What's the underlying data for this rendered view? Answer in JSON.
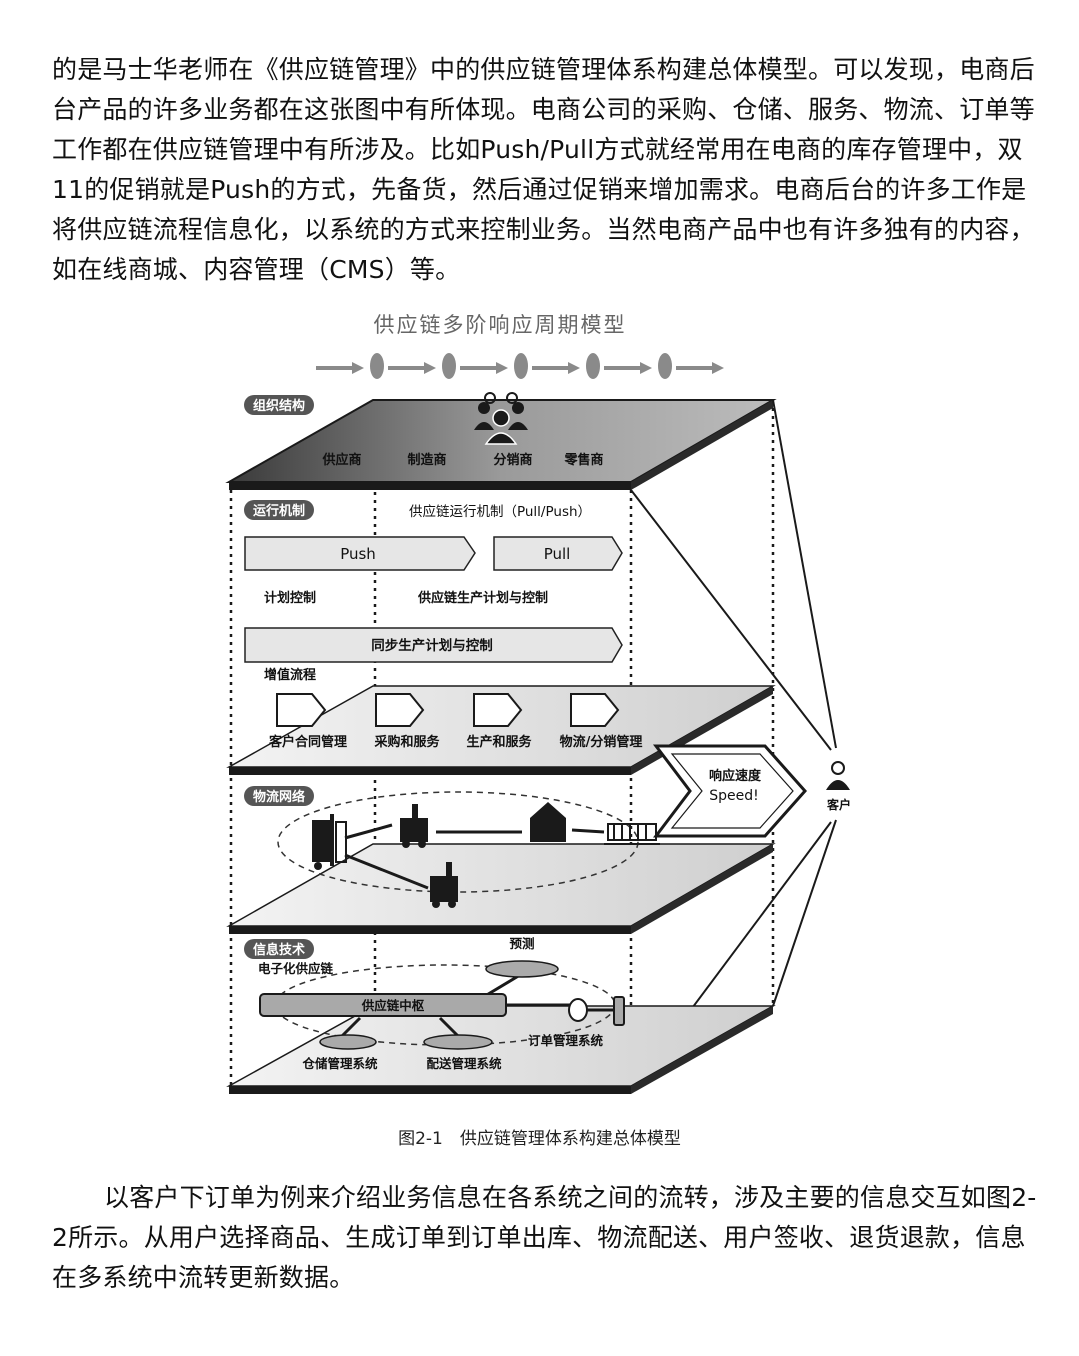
{
  "paragraph1": "的是马士华老师在《供应链管理》中的供应链管理体系构建总体模型。可以发现，电商后台产品的许多业务都在这张图中有所体现。电商公司的采购、仓储、服务、物流、订单等工作都在供应链管理中有所涉及。比如Push/Pull方式就经常用在电商的库存管理中，双11的促销就是Push的方式，先备货，然后通过促销来增加需求。电商后台的许多工作是将供应链流程信息化，以系统的方式来控制业务。当然电商产品中也有许多独有的内容，如在线商城、内容管理（CMS）等。",
  "figure": {
    "title": "供应链多阶响应周期模型",
    "caption": "图2-1　供应链管理体系构建总体模型",
    "org": {
      "label": "组织结构",
      "members": [
        "供应商",
        "制造商",
        "分销商",
        "零售商"
      ]
    },
    "ops": {
      "label": "运行机制",
      "mechanism": "供应链运行机制（Pull/Push）",
      "push": "Push",
      "pull": "Pull",
      "plan_control": "计划控制",
      "production_plan": "供应链生产计划与控制",
      "sync_plan": "同步生产计划与控制",
      "value_process": "增值流程",
      "processes": [
        "客户合同管理",
        "采购和服务",
        "生产和服务",
        "物流/分销管理"
      ]
    },
    "speed": {
      "line1": "响应速度",
      "line2": "Speed!"
    },
    "customer": "客户",
    "logistics": {
      "label": "物流网络"
    },
    "it": {
      "label": "信息技术",
      "forecast": "预测",
      "esc": "电子化供应链",
      "hub": "供应链中枢",
      "order_mgmt": "订单管理系统",
      "warehouse": "仓储管理系统",
      "delivery": "配送管理系统"
    },
    "colors": {
      "dark": "#1a1a1a",
      "slab": "#6b6b6b",
      "arrow_fill": "#e6e6e6",
      "light_plane": "#d8d8d8"
    }
  },
  "paragraph2": "以客户下订单为例来介绍业务信息在各系统之间的流转，涉及主要的信息交互如图2-2所示。从用户选择商品、生成订单到订单出库、物流配送、用户签收、退货退款，信息在多系统中流转更新数据。"
}
